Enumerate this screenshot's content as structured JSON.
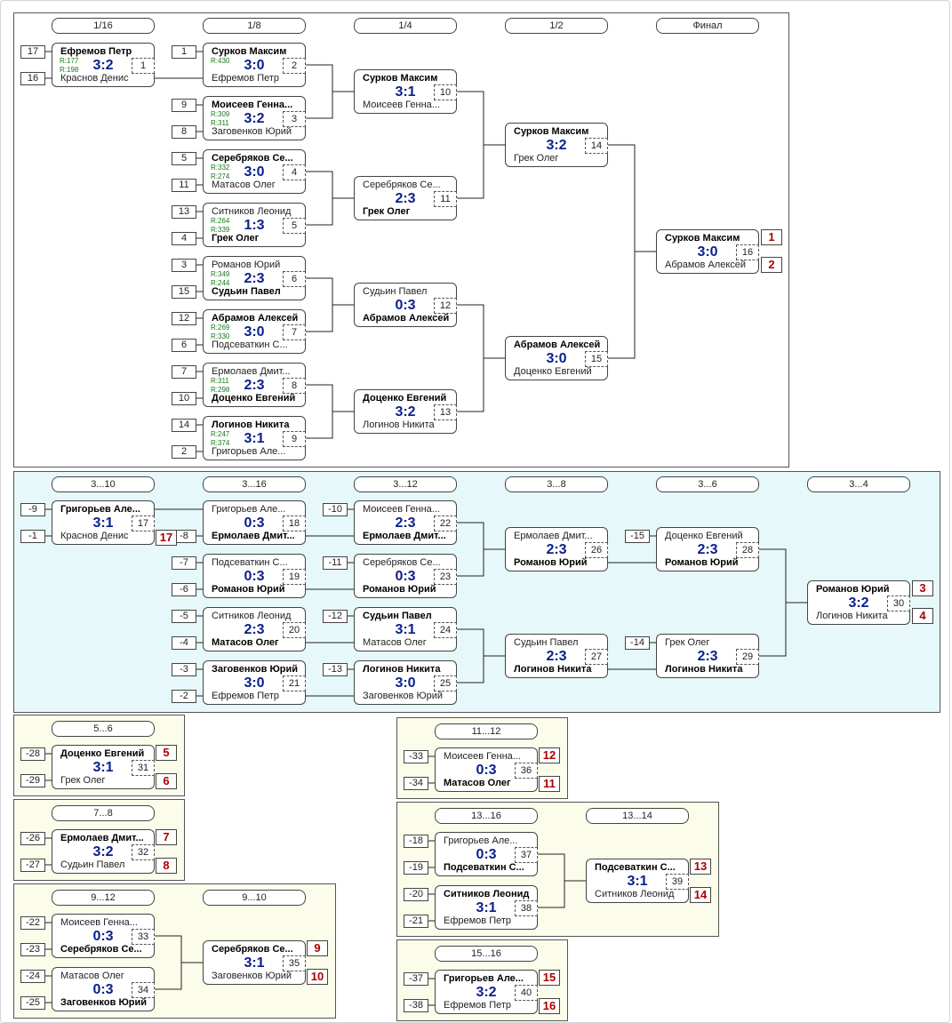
{
  "headers": {
    "h_16": "1/16",
    "h_8": "1/8",
    "h_4": "1/4",
    "h_2": "1/2",
    "h_final": "Финал",
    "h_3_10": "3...10",
    "h_3_16": "3...16",
    "h_3_12": "3...12",
    "h_3_8": "3...8",
    "h_3_6": "3...6",
    "h_3_4": "3...4",
    "h_5_6": "5...6",
    "h_7_8": "7...8",
    "h_9_12": "9...12",
    "h_9_10": "9...10",
    "h_11_12": "11...12",
    "h_13_16": "13...16",
    "h_13_14": "13...14",
    "h_15_16": "15...16"
  },
  "matches": [
    {
      "id": "m1",
      "p1": "Ефремов Петр",
      "p2": "Краснов Денис",
      "score": "3:2",
      "num": "1",
      "w": 1,
      "r1": "R:177",
      "r2": "R:198"
    },
    {
      "id": "m2",
      "p1": "Сурков Максим",
      "p2": "Ефремов Петр",
      "score": "3:0",
      "num": "2",
      "w": 1,
      "r1": "R:430",
      "r2": ""
    },
    {
      "id": "m3",
      "p1": "Моисеев Генна...",
      "p2": "Заговенков Юрий",
      "score": "3:2",
      "num": "3",
      "w": 1,
      "r1": "R:309",
      "r2": "R:311"
    },
    {
      "id": "m4",
      "p1": "Серебряков Се...",
      "p2": "Матасов Олег",
      "score": "3:0",
      "num": "4",
      "w": 1,
      "r1": "R:332",
      "r2": "R:274"
    },
    {
      "id": "m5",
      "p1": "Ситников Леонид",
      "p2": "Грек Олег",
      "score": "1:3",
      "num": "5",
      "w": 2,
      "r1": "R:264",
      "r2": "R:339"
    },
    {
      "id": "m6",
      "p1": "Романов Юрий",
      "p2": "Судьин Павел",
      "score": "2:3",
      "num": "6",
      "w": 2,
      "r1": "R:349",
      "r2": "R:244"
    },
    {
      "id": "m7",
      "p1": "Абрамов Алексей",
      "p2": "Подсеваткин С...",
      "score": "3:0",
      "num": "7",
      "w": 1,
      "r1": "R:269",
      "r2": "R:330"
    },
    {
      "id": "m8",
      "p1": "Ермолаев Дмит...",
      "p2": "Доценко Евгений",
      "score": "2:3",
      "num": "8",
      "w": 2,
      "r1": "R:311",
      "r2": "R:298"
    },
    {
      "id": "m9",
      "p1": "Логинов Никита",
      "p2": "Григорьев Але...",
      "score": "3:1",
      "num": "9",
      "w": 1,
      "r1": "R:247",
      "r2": "R:374"
    },
    {
      "id": "m10",
      "p1": "Сурков Максим",
      "p2": "Моисеев Генна...",
      "score": "3:1",
      "num": "10",
      "w": 1
    },
    {
      "id": "m11",
      "p1": "Серебряков Се...",
      "p2": "Грек Олег",
      "score": "2:3",
      "num": "11",
      "w": 2
    },
    {
      "id": "m12",
      "p1": "Судьин Павел",
      "p2": "Абрамов Алексей",
      "score": "0:3",
      "num": "12",
      "w": 2
    },
    {
      "id": "m13",
      "p1": "Доценко Евгений",
      "p2": "Логинов Никита",
      "score": "3:2",
      "num": "13",
      "w": 1
    },
    {
      "id": "m14",
      "p1": "Сурков Максим",
      "p2": "Грек Олег",
      "score": "3:2",
      "num": "14",
      "w": 1
    },
    {
      "id": "m15",
      "p1": "Абрамов Алексей",
      "p2": "Доценко Евгений",
      "score": "3:0",
      "num": "15",
      "w": 1
    },
    {
      "id": "m16",
      "p1": "Сурков Максим",
      "p2": "Абрамов Алексей",
      "score": "3:0",
      "num": "16",
      "w": 1
    },
    {
      "id": "m17",
      "p1": "Григорьев Але...",
      "p2": "Краснов Денис",
      "score": "3:1",
      "num": "17",
      "w": 1
    },
    {
      "id": "m18",
      "p1": "Григорьев Але...",
      "p2": "Ермолаев Дмит...",
      "score": "0:3",
      "num": "18",
      "w": 2
    },
    {
      "id": "m19",
      "p1": "Подсеваткин С...",
      "p2": "Романов Юрий",
      "score": "0:3",
      "num": "19",
      "w": 2
    },
    {
      "id": "m20",
      "p1": "Ситников Леонид",
      "p2": "Матасов Олег",
      "score": "2:3",
      "num": "20",
      "w": 2
    },
    {
      "id": "m21",
      "p1": "Заговенков Юрий",
      "p2": "Ефремов Петр",
      "score": "3:0",
      "num": "21",
      "w": 1
    },
    {
      "id": "m22",
      "p1": "Моисеев Генна...",
      "p2": "Ермолаев Дмит...",
      "score": "2:3",
      "num": "22",
      "w": 2
    },
    {
      "id": "m23",
      "p1": "Серебряков Се...",
      "p2": "Романов Юрий",
      "score": "0:3",
      "num": "23",
      "w": 2
    },
    {
      "id": "m24",
      "p1": "Судьин Павел",
      "p2": "Матасов Олег",
      "score": "3:1",
      "num": "24",
      "w": 1
    },
    {
      "id": "m25",
      "p1": "Логинов Никита",
      "p2": "Заговенков Юрий",
      "score": "3:0",
      "num": "25",
      "w": 1
    },
    {
      "id": "m26",
      "p1": "Ермолаев Дмит...",
      "p2": "Романов Юрий",
      "score": "2:3",
      "num": "26",
      "w": 2
    },
    {
      "id": "m27",
      "p1": "Судьин Павел",
      "p2": "Логинов Никита",
      "score": "2:3",
      "num": "27",
      "w": 2
    },
    {
      "id": "m28",
      "p1": "Доценко Евгений",
      "p2": "Романов Юрий",
      "score": "2:3",
      "num": "28",
      "w": 2
    },
    {
      "id": "m29",
      "p1": "Грек Олег",
      "p2": "Логинов Никита",
      "score": "2:3",
      "num": "29",
      "w": 2
    },
    {
      "id": "m30",
      "p1": "Романов Юрий",
      "p2": "Логинов Никита",
      "score": "3:2",
      "num": "30",
      "w": 1
    },
    {
      "id": "m31",
      "p1": "Доценко Евгений",
      "p2": "Грек Олег",
      "score": "3:1",
      "num": "31",
      "w": 1
    },
    {
      "id": "m32",
      "p1": "Ермолаев Дмит...",
      "p2": "Судьин Павел",
      "score": "3:2",
      "num": "32",
      "w": 1
    },
    {
      "id": "m33",
      "p1": "Моисеев Генна...",
      "p2": "Серебряков Се...",
      "score": "0:3",
      "num": "33",
      "w": 2
    },
    {
      "id": "m34",
      "p1": "Матасов Олег",
      "p2": "Заговенков Юрий",
      "score": "0:3",
      "num": "34",
      "w": 2
    },
    {
      "id": "m35",
      "p1": "Серебряков Се...",
      "p2": "Заговенков Юрий",
      "score": "3:1",
      "num": "35",
      "w": 1
    },
    {
      "id": "m36",
      "p1": "Моисеев Генна...",
      "p2": "Матасов Олег",
      "score": "0:3",
      "num": "36",
      "w": 2
    },
    {
      "id": "m37",
      "p1": "Григорьев Але...",
      "p2": "Подсеваткин С...",
      "score": "0:3",
      "num": "37",
      "w": 2
    },
    {
      "id": "m38",
      "p1": "Ситников Леонид",
      "p2": "Ефремов Петр",
      "score": "3:1",
      "num": "38",
      "w": 1
    },
    {
      "id": "m39",
      "p1": "Подсеваткин С...",
      "p2": "Ситников Леонид",
      "score": "3:1",
      "num": "39",
      "w": 1
    },
    {
      "id": "m40",
      "p1": "Григорьев Але...",
      "p2": "Ефремов Петр",
      "score": "3:2",
      "num": "40",
      "w": 1
    }
  ],
  "seeds": {
    "s17": "17",
    "s16": "16",
    "s1": "1",
    "s9": "9",
    "s8": "8",
    "s5": "5",
    "s11": "11",
    "s13": "13",
    "s4": "4",
    "s3": "3",
    "s15": "15",
    "s12": "12",
    "s6": "6",
    "s7": "7",
    "s10": "10",
    "s14": "14",
    "s2": "2",
    "n9": "-9",
    "n1": "-1",
    "n8": "-8",
    "n7": "-7",
    "n6": "-6",
    "n5": "-5",
    "n4": "-4",
    "n3": "-3",
    "n2": "-2",
    "n10": "-10",
    "n11": "-11",
    "n12": "-12",
    "n13": "-13",
    "n15": "-15",
    "n14": "-14",
    "n28": "-28",
    "n29": "-29",
    "n26": "-26",
    "n27": "-27",
    "n22": "-22",
    "n23": "-23",
    "n24": "-24",
    "n25": "-25",
    "n33": "-33",
    "n34": "-34",
    "n18": "-18",
    "n19": "-19",
    "n20": "-20",
    "n21": "-21",
    "n37": "-37",
    "n38": "-38"
  },
  "places": {
    "pl1": "1",
    "pl2": "2",
    "pl17": "17",
    "pl3": "3",
    "pl4": "4",
    "pl5": "5",
    "pl6": "6",
    "pl7": "7",
    "pl8": "8",
    "pl9": "9",
    "pl10": "10",
    "pl12": "12",
    "pl11": "11",
    "pl13": "13",
    "pl14": "14",
    "pl15": "15",
    "pl16": "16"
  },
  "colors": {
    "main_bg": "#ffffff",
    "consolation_bg": "#e6f8fa",
    "classification_bg": "#fcfcea",
    "score": "#0a1f8c",
    "place": "#aa0000",
    "rating": "#1a7a1a"
  }
}
